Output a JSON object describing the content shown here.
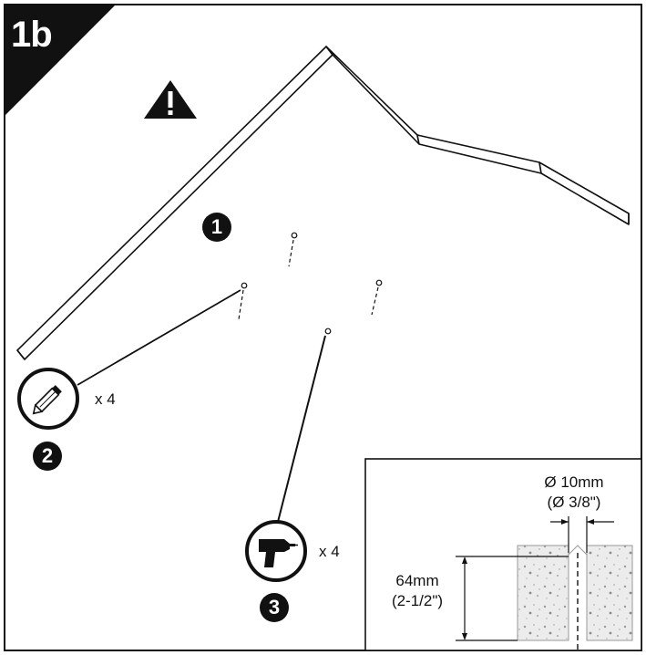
{
  "step": {
    "label": "1b"
  },
  "callouts": [
    {
      "number": "1"
    },
    {
      "number": "2",
      "icon": "pencil-icon",
      "quantity": "x 4"
    },
    {
      "number": "3",
      "icon": "drill-icon",
      "quantity": "x 4"
    }
  ],
  "detail": {
    "diameter_metric": "Ø 10mm",
    "diameter_imperial": "(Ø 3/8\")",
    "depth_metric": "64mm",
    "depth_imperial": "(2-1/2\")"
  },
  "icons": {
    "warning": "warning-icon"
  },
  "colors": {
    "ink": "#111111",
    "background": "#ffffff",
    "concrete": "#e8e8e8"
  }
}
